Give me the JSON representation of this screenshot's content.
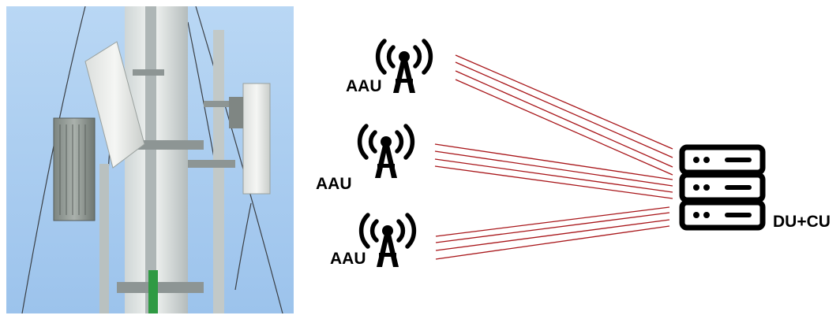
{
  "photo": {
    "subject": "cell-tower-with-antenna-units",
    "sky_color": "#a9cdf0"
  },
  "diagram": {
    "antennas": [
      {
        "label": "AAU",
        "icon": "radio-tower-icon"
      },
      {
        "label": "AAU",
        "icon": "radio-tower-icon"
      },
      {
        "label": "AAU",
        "icon": "radio-tower-icon"
      }
    ],
    "server": {
      "label": "DU+CU",
      "icon": "server-rack-icon"
    },
    "links_per_antenna": 4,
    "link_color": "#a8161a",
    "icon_color": "#000000"
  }
}
